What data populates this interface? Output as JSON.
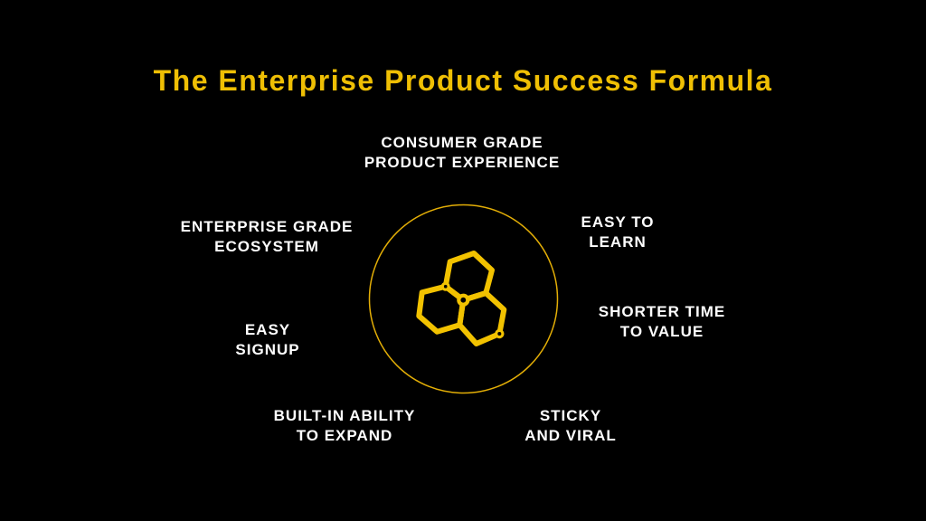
{
  "slide": {
    "title": "The Enterprise Product Success Formula",
    "background_color": "#000000",
    "title_color": "#EFBF04",
    "label_color": "#FFFFFF",
    "icon_color": "#F2C200",
    "circle_color": "#E3AE06"
  },
  "icon": {
    "name": "honeycomb-hexagons-in-circle"
  },
  "labels": {
    "top": {
      "line1": "CONSUMER GRADE",
      "line2": "PRODUCT EXPERIENCE"
    },
    "left_upper": {
      "line1": "ENTERPRISE GRADE",
      "line2": "ECOSYSTEM"
    },
    "right_upper": {
      "line1": "EASY TO",
      "line2": "LEARN"
    },
    "left_mid": {
      "line1": "EASY",
      "line2": "SIGNUP"
    },
    "right_mid": {
      "line1": "SHORTER TIME",
      "line2": "TO VALUE"
    },
    "bottom_left": {
      "line1": "BUILT-IN ABILITY",
      "line2": "TO EXPAND"
    },
    "bottom_right": {
      "line1": "STICKY",
      "line2": "AND VIRAL"
    }
  }
}
